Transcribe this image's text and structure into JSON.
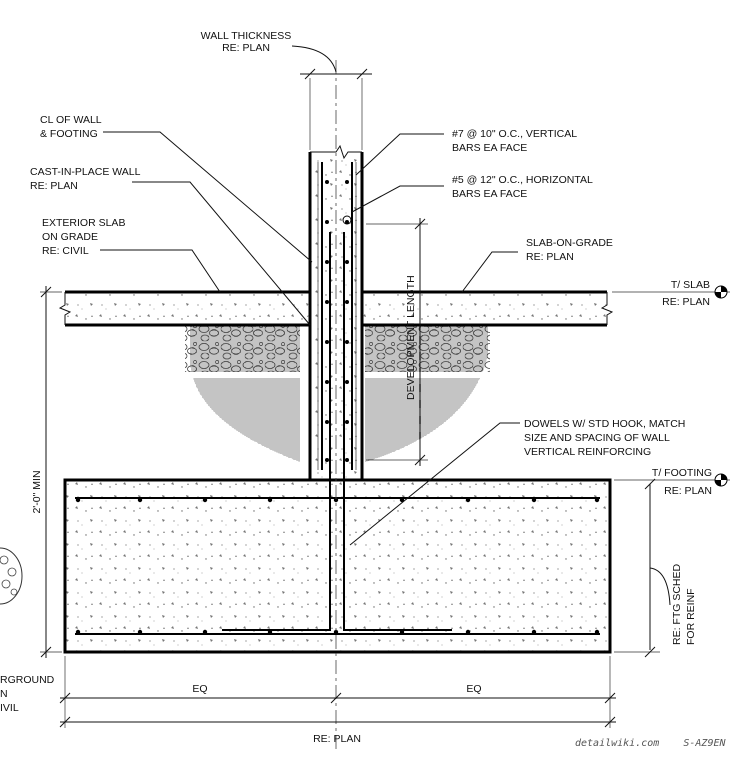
{
  "labels": {
    "wall_thickness": [
      "WALL THICKNESS",
      "RE: PLAN"
    ],
    "cl_wall": [
      "CL OF WALL",
      "& FOOTING"
    ],
    "cast_wall": [
      "CAST-IN-PLACE WALL",
      "RE: PLAN"
    ],
    "ext_slab": [
      "EXTERIOR SLAB",
      "ON GRADE",
      "RE: CIVIL"
    ],
    "vert_bars": [
      "#7 @ 10\" O.C., VERTICAL",
      "BARS EA FACE"
    ],
    "horiz_bars": [
      "#5 @ 12\" O.C., HORIZONTAL",
      "BARS EA FACE"
    ],
    "sog": [
      "SLAB-ON-GRADE",
      "RE: PLAN"
    ],
    "t_slab": [
      "T/ SLAB",
      "RE: PLAN"
    ],
    "dowels": [
      "DOWELS W/ STD HOOK, MATCH",
      "SIZE AND SPACING OF WALL",
      "VERTICAL REINFORCING"
    ],
    "t_footing": [
      "T/ FOOTING",
      "RE: PLAN"
    ],
    "ftg_sched": [
      "RE: FTG SCHED",
      "FOR REINF"
    ],
    "underground": [
      "RGROUND",
      "N",
      "IVIL"
    ]
  },
  "dims": {
    "dev_length": "DEVELOPMENT LENGTH",
    "min_depth": "2'-0\" MIN",
    "eq_left": "EQ",
    "eq_right": "EQ",
    "overall": "RE: PLAN"
  },
  "watermark": "detailwiki.com    S-AZ9EN"
}
